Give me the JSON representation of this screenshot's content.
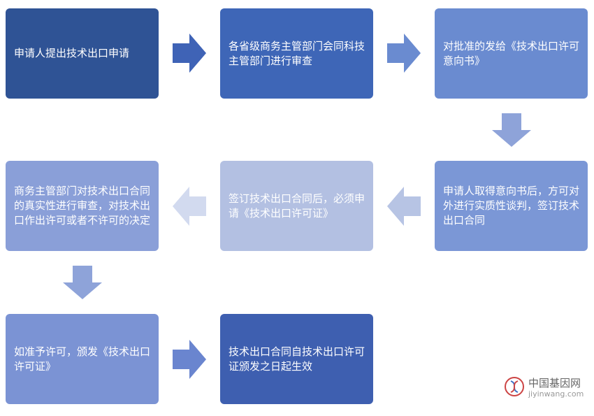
{
  "steps": [
    {
      "text": "申请人提出技术出口申请",
      "color": "#2f5395"
    },
    {
      "text": "各省级商务主管部门会同科技主管部门进行审查",
      "color": "#3e66b7"
    },
    {
      "text": "对批准的发给《技术出口许可意向书》",
      "color": "#6a8bd0"
    },
    {
      "text": "申请人取得意向书后，方可对外进行实质性谈判，签订技术出口合同",
      "color": "#7b97d6"
    },
    {
      "text": "签订技术出口合同后，必须申请《技术出口许可证》",
      "color": "#b3c0e2"
    },
    {
      "text": "商务主管部门对技术出口合同的真实性进行审查，对技术出口作出许可或者不许可的决定",
      "color": "#8a9fd8"
    },
    {
      "text": "如准予许可，颁发《技术出口许可证》",
      "color": "#7b93d4"
    },
    {
      "text": "技术出口合同自技术出口许可证颁发之日起生效",
      "color": "#3e5fb0"
    }
  ],
  "arrows": [
    {
      "direction": "right",
      "color": "#3f63b6"
    },
    {
      "direction": "right",
      "color": "#6a8bd0"
    },
    {
      "direction": "down",
      "color": "#8ea3d9"
    },
    {
      "direction": "left",
      "color": "#b7c4e4"
    },
    {
      "direction": "left",
      "color": "#d2daef"
    },
    {
      "direction": "down",
      "color": "#8ea3d9"
    },
    {
      "direction": "right",
      "color": "#6a85cf"
    }
  ],
  "watermark": {
    "name": "中国基因网",
    "url": "jiyinwang.com",
    "icon": "dna-logo-icon"
  }
}
